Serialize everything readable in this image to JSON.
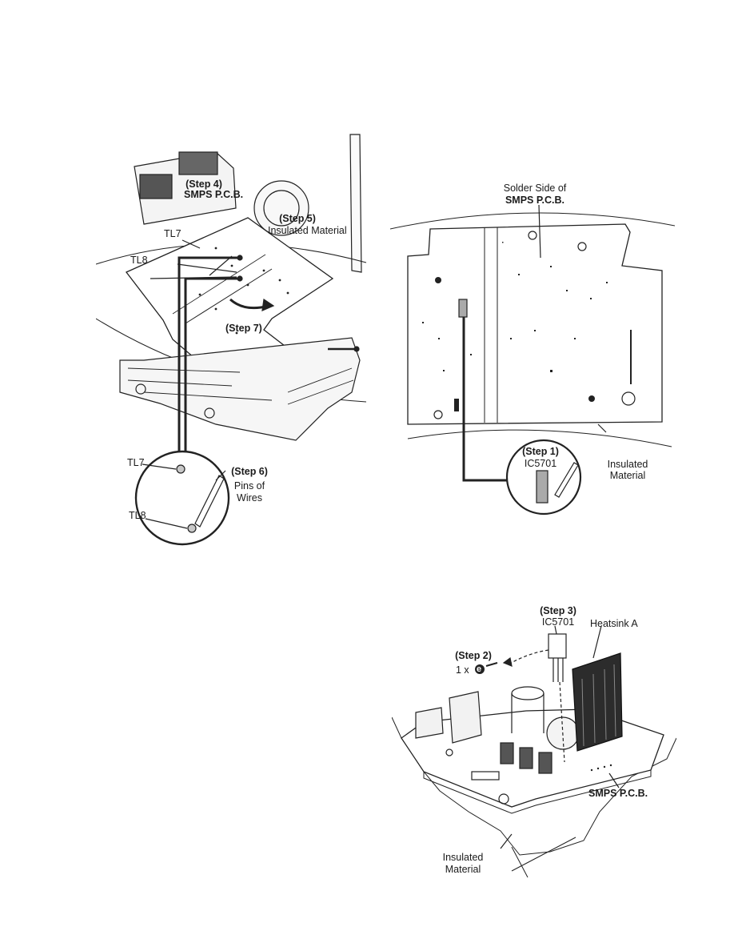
{
  "fig1": {
    "step4": "(Step 4)",
    "smps_pcb": "SMPS P.C.B.",
    "step5": "(Step 5)",
    "insulated_material": "Insulated Material",
    "tl7": "TL7",
    "tl8": "TL8",
    "step7": "(Step 7)",
    "zoom_tl7": "TL7",
    "zoom_tl8": "TL8",
    "step6": "(Step 6)",
    "pins_of": "Pins of",
    "wires": "Wires"
  },
  "fig2": {
    "solder_side_of": "Solder Side of",
    "smps_pcb": "SMPS P.C.B.",
    "step1": "(Step 1)",
    "ic5701": "IC5701",
    "insulated": "Insulated",
    "material": "Material"
  },
  "fig3": {
    "step3": "(Step 3)",
    "ic5701": "IC5701",
    "heatsink_a": "Heatsink A",
    "step2": "(Step 2)",
    "screw_count": "1 x",
    "screw_symbol": "e",
    "smps_pcb": "SMPS P.C.B.",
    "insulated": "Insulated",
    "material": "Material"
  }
}
